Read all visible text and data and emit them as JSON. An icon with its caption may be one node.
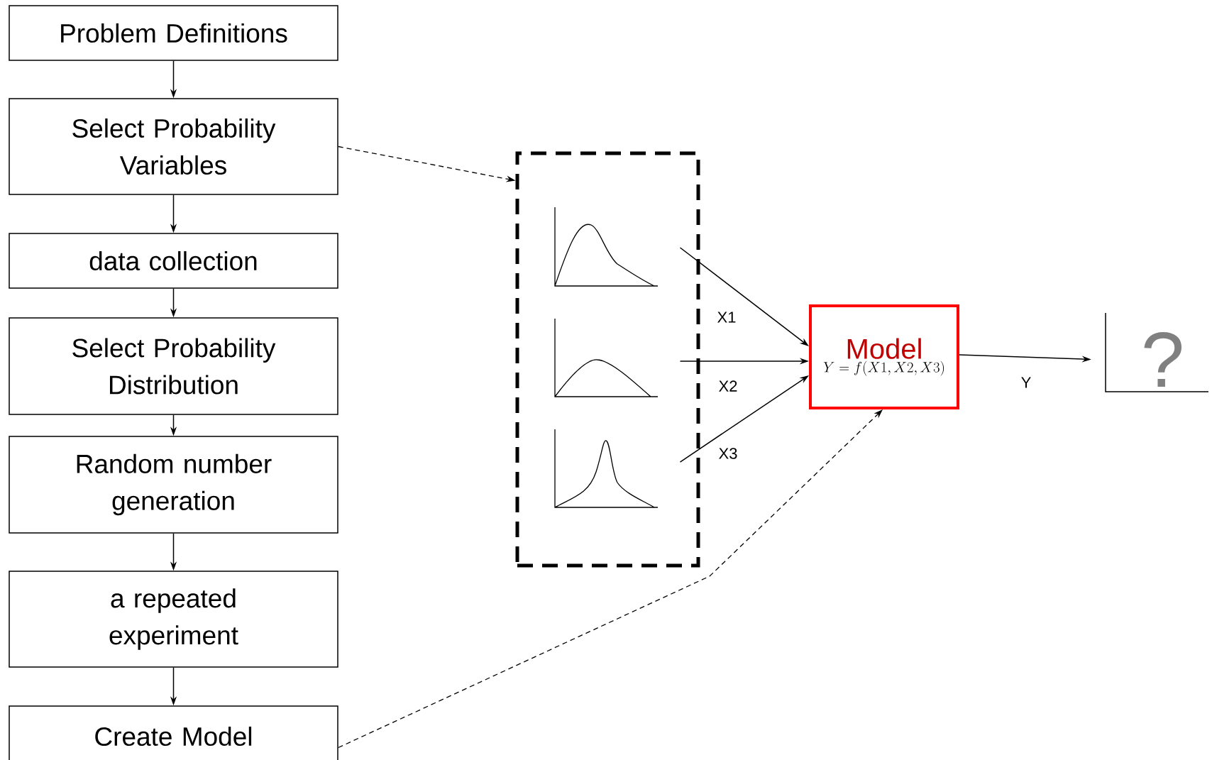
{
  "diagram": {
    "nodes": [
      {
        "text": [
          "Problem Definitions"
        ]
      },
      {
        "text": [
          "Select Probability Variables"
        ]
      },
      {
        "text": [
          "data collection"
        ]
      },
      {
        "text": [
          "Select Probability Distribution"
        ]
      },
      {
        "text": [
          "Random number generation"
        ]
      },
      {
        "text": [
          "a repeated experiment"
        ]
      },
      {
        "text": [
          "Create Model"
        ]
      },
      {
        "text": [],
        "shape": "box"
      },
      {
        "text": [
          "Model",
          "Y = f(X1,X2,X3)"
        ]
      },
      {
        "text": [
          "?"
        ]
      }
    ],
    "edges": [
      {
        "from": 0,
        "to": 1,
        "arrow": "to"
      },
      {
        "from": 1,
        "to": 2,
        "arrow": "to"
      },
      {
        "from": 2,
        "to": 3,
        "arrow": "to"
      },
      {
        "from": 3,
        "to": 4,
        "arrow": "to"
      },
      {
        "from": 4,
        "to": 5,
        "arrow": "to"
      },
      {
        "from": 5,
        "to": 6,
        "arrow": "to"
      },
      {
        "from": 1,
        "to": 7,
        "arrow": "to",
        "style": "dashed"
      },
      {
        "from": 6,
        "to": 8,
        "arrow": "to",
        "style": "dashed"
      },
      {
        "from": 7,
        "to": 8,
        "arrow": "to",
        "label": "X1"
      },
      {
        "from": 7,
        "to": 8,
        "arrow": "to",
        "label": "X2"
      },
      {
        "from": 7,
        "to": 8,
        "arrow": "to",
        "label": "X3"
      },
      {
        "from": 8,
        "to": 9,
        "arrow": "to",
        "label": "Y"
      }
    ]
  }
}
